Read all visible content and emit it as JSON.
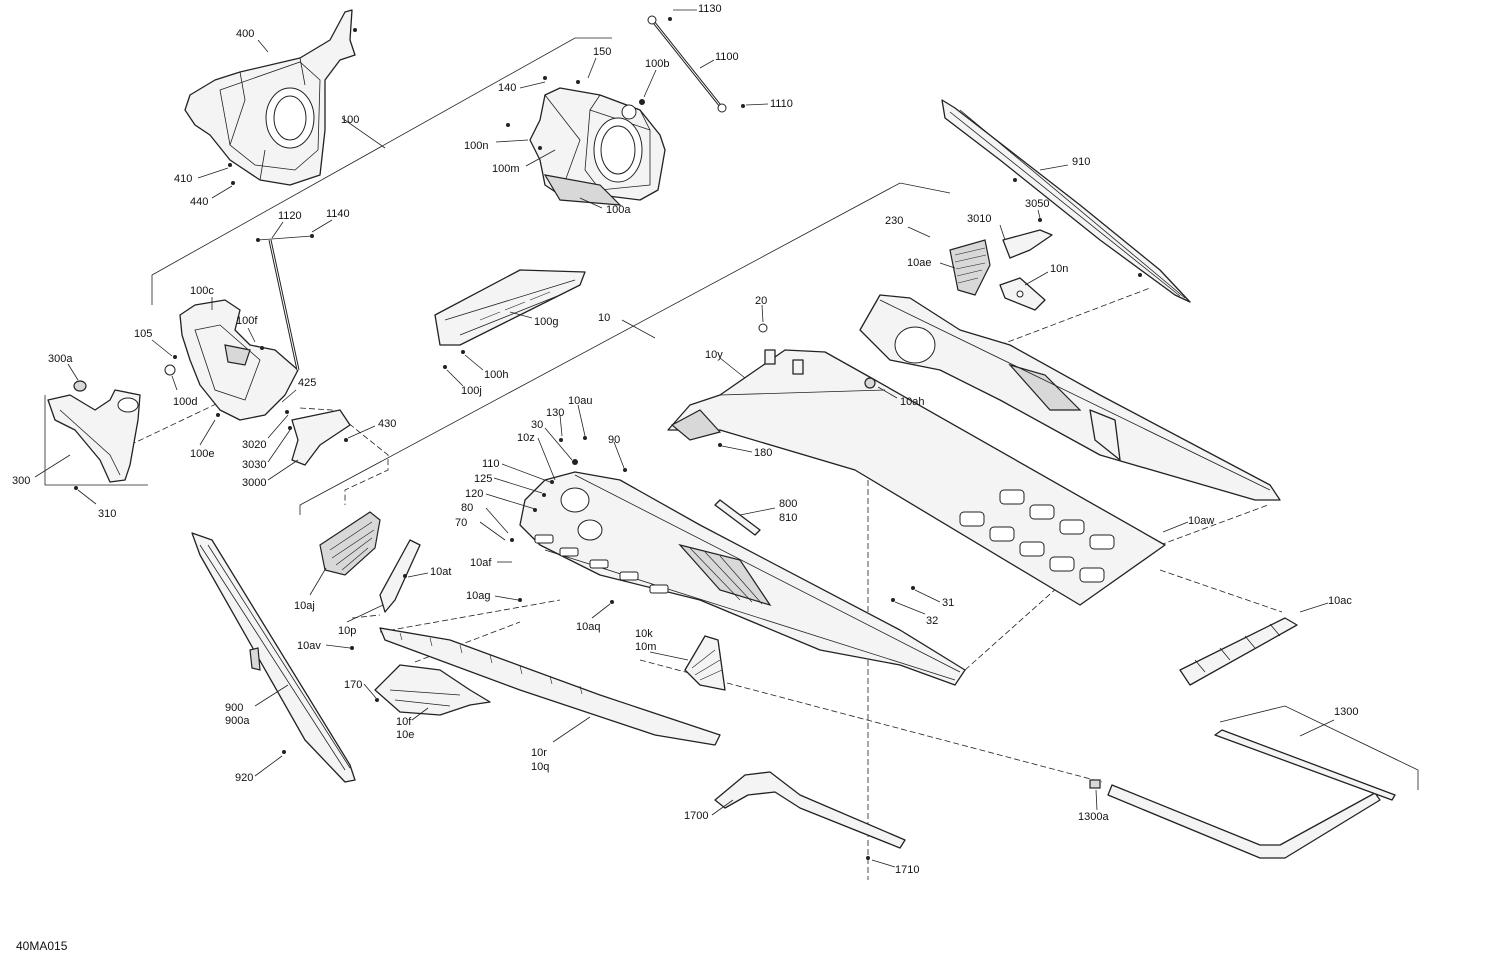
{
  "diagram": {
    "code": "40MA015",
    "callouts": {
      "c400": "400",
      "c100": "100",
      "c410": "410",
      "c440": "440",
      "c150": "150",
      "c140": "140",
      "c100b": "100b",
      "c100n": "100n",
      "c100m": "100m",
      "c100a": "100a",
      "c1130": "1130",
      "c1100": "1100",
      "c1110": "1110",
      "c910": "910",
      "c3050": "3050",
      "c230": "230",
      "c3010": "3010",
      "c10ae": "10ae",
      "c10n": "10n",
      "c1120": "1120",
      "c1140": "1140",
      "c100c": "100c",
      "c100f": "100f",
      "c105": "105",
      "c100d": "100d",
      "c300a": "300a",
      "c300": "300",
      "c310": "310",
      "c100e": "100e",
      "c425": "425",
      "c430": "430",
      "c3020": "3020",
      "c3030": "3030",
      "c3000": "3000",
      "c100g": "100g",
      "c100h": "100h",
      "c100j": "100j",
      "c10": "10",
      "c20": "20",
      "c10y": "10y",
      "c10ah": "10ah",
      "c180": "180",
      "c10au": "10au",
      "c130": "130",
      "c30": "30",
      "c10z": "10z",
      "c90": "90",
      "c110": "110",
      "c125": "125",
      "c120": "120",
      "c80": "80",
      "c70": "70",
      "c10af": "10af",
      "c10ag": "10ag",
      "c10aq": "10aq",
      "c800": "800",
      "c810": "810",
      "c10aw": "10aw",
      "c31": "31",
      "c32": "32",
      "c10ac": "10ac",
      "c10at": "10at",
      "c10aj": "10aj",
      "c10p": "10p",
      "c10av": "10av",
      "c10k": "10k",
      "c10m": "10m",
      "c170": "170",
      "c10f": "10f",
      "c10e": "10e",
      "c10r": "10r",
      "c10q": "10q",
      "c900": "900",
      "c900a": "900a",
      "c920": "920",
      "c1700": "1700",
      "c1710": "1710",
      "c1300": "1300",
      "c1300a": "1300a"
    }
  }
}
